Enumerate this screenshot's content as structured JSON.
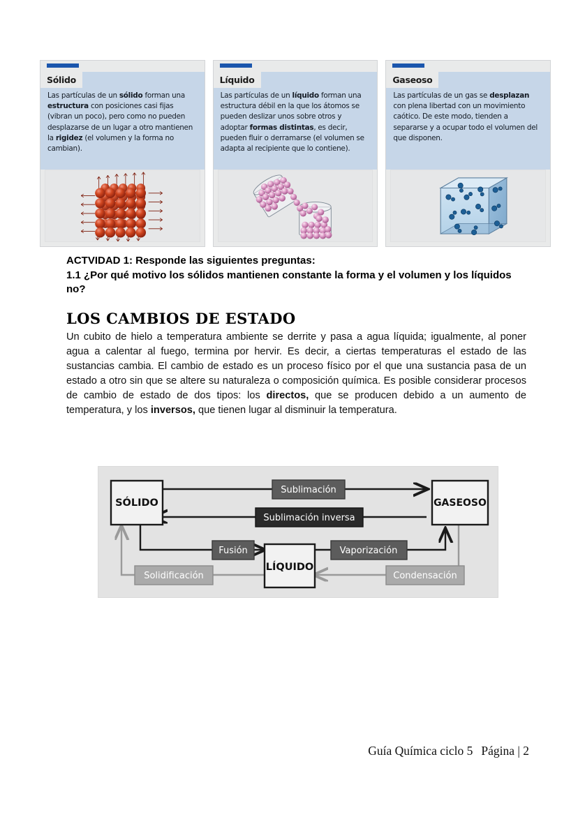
{
  "states_panels": [
    {
      "title": "Sólido",
      "icon": "solid-lattice-icon",
      "text_runs": [
        {
          "t": "Las partículas de un ",
          "b": false
        },
        {
          "t": "sólido",
          "b": true
        },
        {
          "t": " forman una ",
          "b": false
        },
        {
          "t": "estructura",
          "b": true
        },
        {
          "t": " con posiciones casi fijas (vibran un poco), pero como no pueden desplazarse de un lugar a otro mantienen la ",
          "b": false
        },
        {
          "t": "rigidez",
          "b": true
        },
        {
          "t": " (el volumen y la forma no cambian).",
          "b": false
        }
      ]
    },
    {
      "title": "Líquido",
      "icon": "liquid-pouring-icon",
      "text_runs": [
        {
          "t": "Las partículas de un ",
          "b": false
        },
        {
          "t": "líquido",
          "b": true
        },
        {
          "t": " forman una estructura débil en la que los átomos se pueden deslizar unos sobre otros y adoptar ",
          "b": false
        },
        {
          "t": "formas distintas",
          "b": true
        },
        {
          "t": ", es decir, pueden fluir o derramarse (el volumen se adapta al recipiente que lo contiene).",
          "b": false
        }
      ]
    },
    {
      "title": "Gaseoso",
      "icon": "gas-cube-icon",
      "text_runs": [
        {
          "t": "Las partículas de un gas se ",
          "b": false
        },
        {
          "t": "desplazan",
          "b": true
        },
        {
          "t": " con plena libertad con un movimiento caótico. De este modo, tienden a separarse y a ocupar todo el volumen del que disponen.",
          "b": false
        }
      ]
    }
  ],
  "activity": {
    "line1": "ACTVIDAD 1: Responde las siguientes preguntas:",
    "line2": "1.1 ¿Por qué motivo los sólidos mantienen constante la forma y el volumen y los líquidos no?"
  },
  "section": {
    "heading": "LOS CAMBIOS DE ESTADO",
    "body_runs": [
      {
        "t": "Un cubito de hielo a temperatura ambiente se derrite y pasa a agua líquida;  igualmente, al poner agua a calentar al fuego, termina por hervir. Es decir,   a ciertas temperaturas el estado de las sustancias cambia.   El cambio de estado es un proceso físico por el que una sustancia pasa   de un estado a otro sin que se altere su naturaleza o composición química.     Es posible considerar procesos de cambio de estado de dos tipos: los ",
        "b": false
      },
      {
        "t": "directos,",
        "b": true
      },
      {
        "t": "   que se producen debido a un aumento de temperatura, y los ",
        "b": false
      },
      {
        "t": "inversos,",
        "b": true
      },
      {
        "t": " que tienen lugar al disminuir la temperatura.",
        "b": false
      }
    ]
  },
  "diagram": {
    "nodes": [
      {
        "id": "solido",
        "label": "SÓLIDO"
      },
      {
        "id": "liquido",
        "label": "LÍQUIDO"
      },
      {
        "id": "gaseoso",
        "label": "GASEOSO"
      }
    ],
    "transitions": [
      {
        "id": "sublimacion",
        "label": "Sublimación",
        "from": "solido",
        "to": "gaseoso",
        "kind": "directo",
        "shade": "#5c5c5c",
        "textcolor": "#ffffff"
      },
      {
        "id": "sublimacion-inversa",
        "label": "Sublimación inversa",
        "from": "gaseoso",
        "to": "solido",
        "kind": "inverso",
        "shade": "#2a2a2a",
        "textcolor": "#ffffff"
      },
      {
        "id": "fusion",
        "label": "Fusión",
        "from": "solido",
        "to": "liquido",
        "kind": "directo",
        "shade": "#5c5c5c",
        "textcolor": "#ffffff"
      },
      {
        "id": "vaporizacion",
        "label": "Vaporización",
        "from": "liquido",
        "to": "gaseoso",
        "kind": "directo",
        "shade": "#5c5c5c",
        "textcolor": "#ffffff"
      },
      {
        "id": "condensacion",
        "label": "Condensación",
        "from": "gaseoso",
        "to": "liquido",
        "kind": "inverso",
        "shade": "#aaaaaa",
        "textcolor": "#ffffff"
      },
      {
        "id": "solidificacion",
        "label": "Solidificación",
        "from": "liquido",
        "to": "solido",
        "kind": "inverso",
        "shade": "#aaaaaa",
        "textcolor": "#ffffff"
      }
    ]
  },
  "footer": {
    "doc_title": "Guía Química ciclo 5",
    "page_label": "Página | 2"
  },
  "colors": {
    "accent_blue": "#1b56ad",
    "panel_text_bg": "#c6d6e8",
    "panel_frame": "#e9eaea",
    "figure_bg": "#e6e7e8",
    "diagram_bg": "#e3e3e3",
    "solid_particle": "#c0351c",
    "liquid_particle": "#d98fc0",
    "gas_box": "#a9cbe3"
  }
}
